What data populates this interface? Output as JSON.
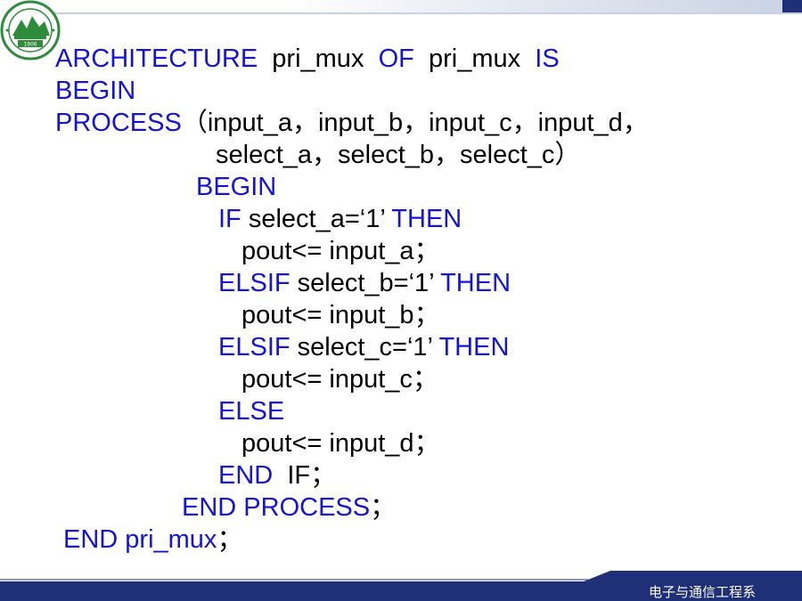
{
  "footer": {
    "label": "电子与通信工程系"
  },
  "logo": {
    "year": "1906"
  },
  "colors": {
    "keyword": "#1414d8",
    "text": "#000000",
    "band": "#1f2f78"
  },
  "code": {
    "l1_k1": "ARCHITECTURE",
    "l1_t1": "pri_mux",
    "l1_k2": "OF",
    "l1_t2": "pri_mux",
    "l1_k3": "IS",
    "l2_k1": "BEGIN",
    "l3_k1": "PROCESS",
    "l3_t1": "（input_a，input_b，input_c，input_d，",
    "l4_t1": "select_a，select_b，select_c）",
    "l5_k1": "BEGIN",
    "l6_k1": "IF",
    "l6_t1": "select_a=‘1’",
    "l6_k2": "THEN",
    "l7_t1": "pout<= input_a；",
    "l8_k1": "ELSIF",
    "l8_t1": "select_b=‘1’",
    "l8_k2": "THEN",
    "l9_t1": "pout<= input_b；",
    "l10_k1": "ELSIF",
    "l10_t1": "select_c=‘1’",
    "l10_k2": "THEN",
    "l11_t1": "pout<= input_c；",
    "l12_k1": "ELSE",
    "l13_t1": "pout<= input_d；",
    "l14_k1": "END",
    "l14_t1": "IF；",
    "l15_k1": "END PROCESS",
    "l15_t1": "；",
    "l16_k1": "END pri_mux",
    "l16_t1": "；"
  }
}
